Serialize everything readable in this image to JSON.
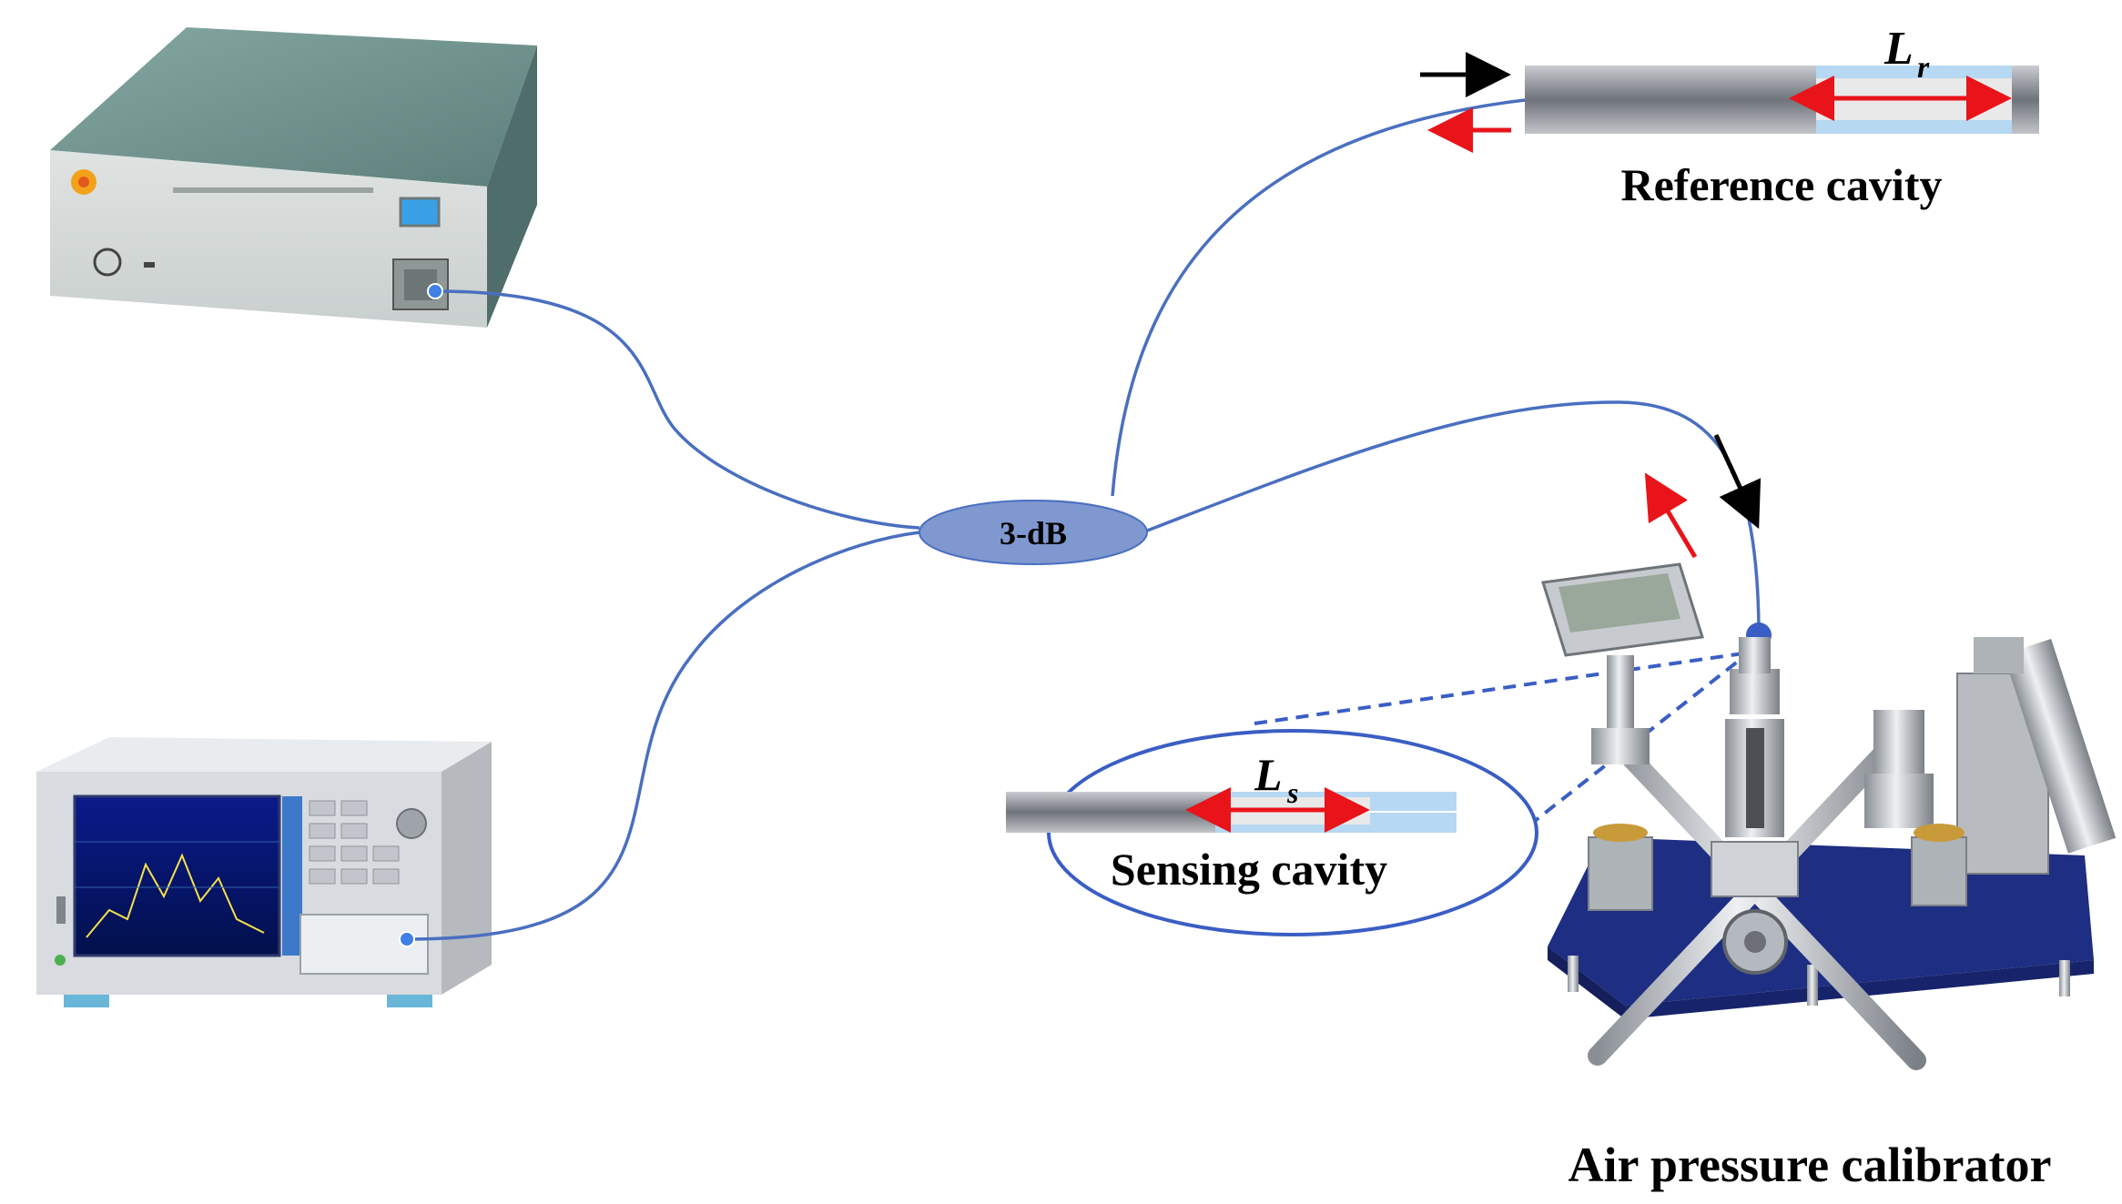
{
  "labels": {
    "coupler": "3-dB",
    "reference_cavity": "Reference cavity",
    "sensing_cavity": "Sensing cavity",
    "air_pressure_calibrator": "Air pressure calibrator",
    "lr_main": "L",
    "lr_sub": "r",
    "ls_main": "L",
    "ls_sub": "s"
  },
  "colors": {
    "fiber": "#4a6fc0",
    "coupler_fill": "#7f98cf",
    "signal_arrow_in": "#000000",
    "signal_arrow_out": "#e8141a",
    "cavity_glass": "#b6d8f2",
    "cavity_core": "#8a8d93",
    "cavity_gap": "#e9e9e9",
    "calibrator_base": "#1e2e82",
    "instrument_body": "#6a8a86"
  },
  "icons": [
    "light-source-instrument-icon",
    "optical-spectrum-analyzer-icon",
    "air-pressure-calibrator-icon",
    "fiber-connector-icon"
  ]
}
